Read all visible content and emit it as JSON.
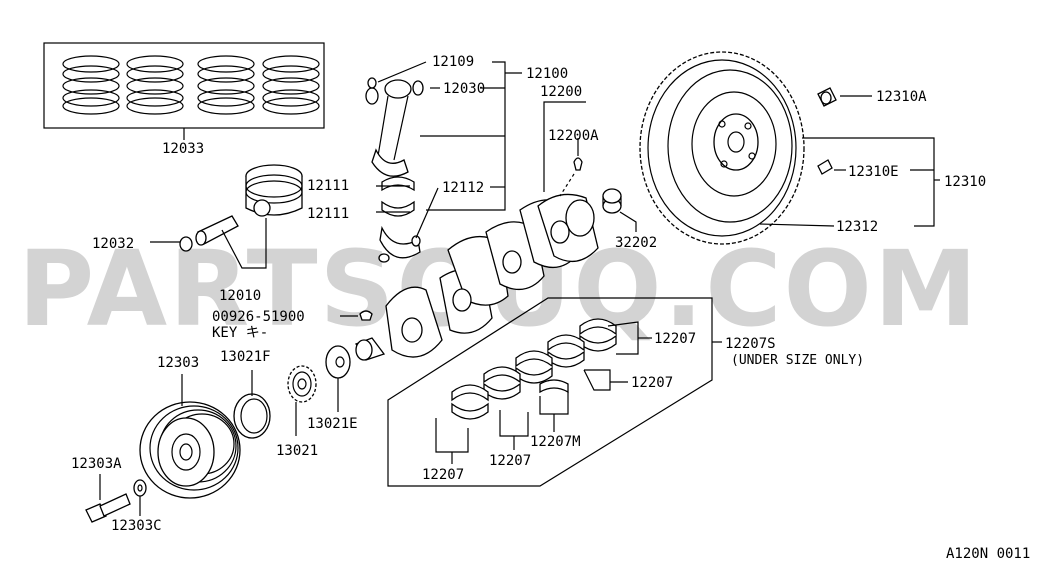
{
  "watermark": "PARTSOUQ.COM",
  "diagram_code": "A120N 0011",
  "labels": {
    "l12033": "12033",
    "l12109": "12109",
    "l12030": "12030",
    "l12100": "12100",
    "l12200": "12200",
    "l12200A": "12200A",
    "l12310A": "12310A",
    "l12310E": "12310E",
    "l12310": "12310",
    "l12312": "12312",
    "l12111a": "12111",
    "l12111b": "12111",
    "l12112": "12112",
    "l32202": "32202",
    "l12032": "12032",
    "l12010": "12010",
    "l00926": "00926-51900",
    "lkey": "KEY キ-",
    "l12303": "12303",
    "l13021F": "13021F",
    "l13021E": "13021E",
    "l13021": "13021",
    "l12303A": "12303A",
    "l12303C": "12303C",
    "l12207a": "12207",
    "l12207b": "12207",
    "l12207S": "12207S",
    "lunder": "(UNDER SIZE ONLY)",
    "l12207M": "12207M",
    "l12207c": "12207",
    "l12207d": "12207"
  }
}
